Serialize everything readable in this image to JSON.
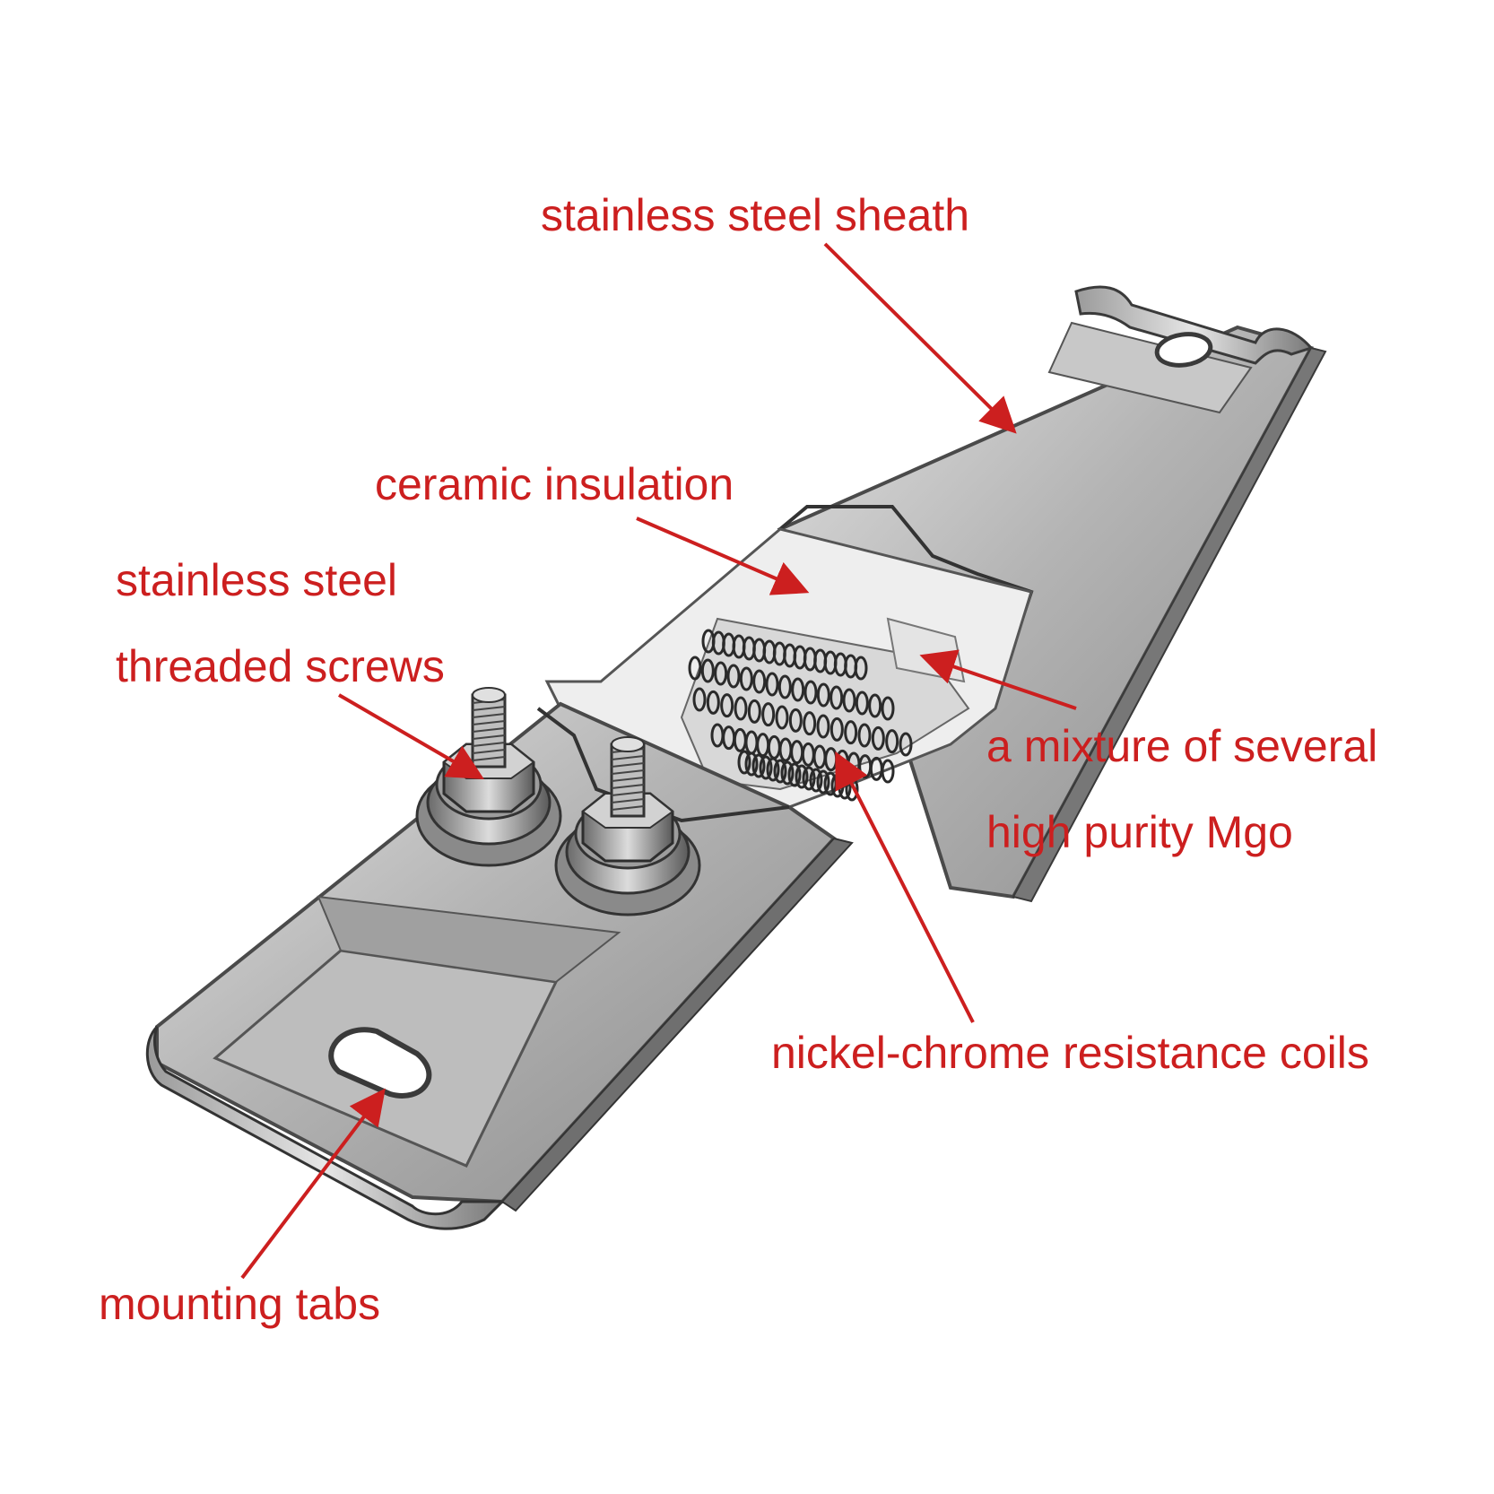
{
  "diagram": {
    "subject": "strip heater cutaway",
    "colors": {
      "label": "#cc1f1f",
      "arrow": "#cc1f1f",
      "steel_light": "#d6d6d6",
      "steel_mid": "#a8a8a8",
      "steel_dark": "#6e6e6e",
      "steel_shadow": "#3a3a3a",
      "ceramic": "#ededed",
      "coil": "#2a2a2a",
      "background": "#ffffff"
    },
    "icons": [
      "heater-strip-icon",
      "threaded-screw-icon",
      "hex-nut-icon",
      "coil-icon",
      "mounting-hole-icon"
    ]
  },
  "labels": {
    "sheath": "stainless steel sheath",
    "ceramic": "ceramic insulation",
    "screws_line1": "stainless steel",
    "screws_line2": "threaded screws",
    "mgo_line1": "a mixture of several",
    "mgo_line2": "high purity Mgo",
    "coils": "nickel-chrome resistance coils",
    "tabs": "mounting tabs"
  }
}
